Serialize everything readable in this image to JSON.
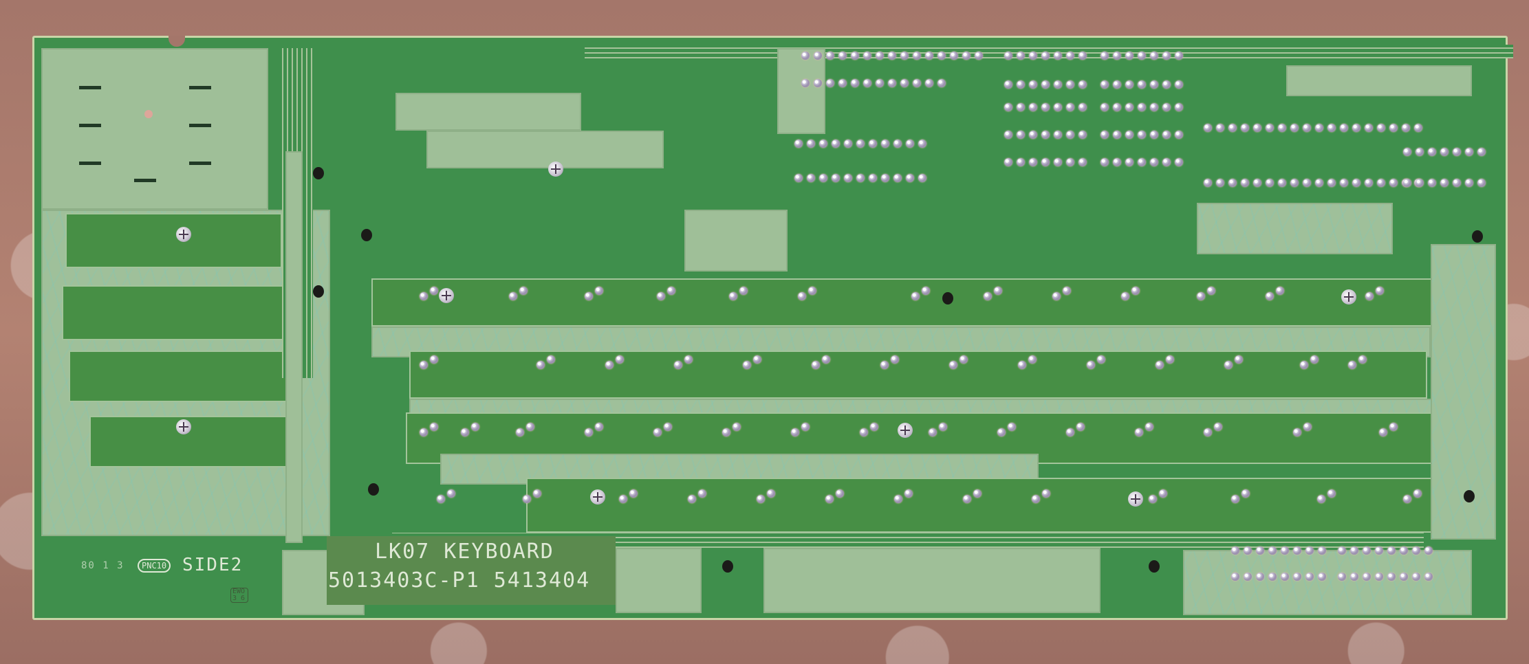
{
  "scene": {
    "subject": "Printed circuit board, solder side, resting on bubble wrap",
    "background": "bubble wrap over reddish-brown surface"
  },
  "silkscreen": {
    "board_name": "LK07 KEYBOARD",
    "part_numbers": "5013403C-P1 5413404",
    "side_label": "SIDE2",
    "logo_text": "PNC10",
    "date_code": "80 1 3",
    "small_mark": "EWO 3 6"
  },
  "colors": {
    "solder_mask": "#3f8f4c",
    "ground_plane": "#9fbf98",
    "board_edge": "#c9d5a8",
    "silkscreen": "#dfe9d6",
    "pads": "#c9c3d8",
    "exposed_copper": "#e3a39a",
    "background": "#a4766a"
  }
}
